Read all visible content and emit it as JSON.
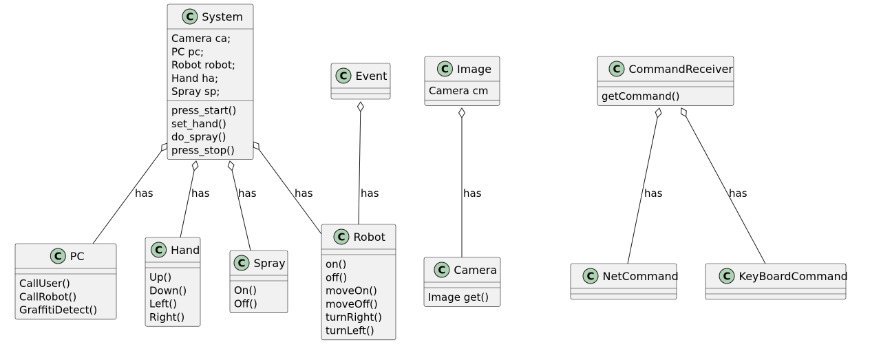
{
  "classes": [
    {
      "id": "system",
      "name": "System",
      "fields": [
        "Camera ca;",
        "PC pc;",
        "Robot robot;",
        "Hand ha;",
        "Spray sp;"
      ],
      "methods": [
        "press_start()",
        "set_hand()",
        "do_spray()",
        "press_stop()"
      ]
    },
    {
      "id": "event",
      "name": "Event",
      "fields": [],
      "methods": []
    },
    {
      "id": "image",
      "name": "Image",
      "fields": [
        "Camera cm"
      ],
      "methods": []
    },
    {
      "id": "commandreceiver",
      "name": "CommandReceiver",
      "fields": [],
      "methods": [
        "getCommand()"
      ]
    },
    {
      "id": "pc",
      "name": "PC",
      "fields": [],
      "methods": [
        "CallUser()",
        "CallRobot()",
        "GraffitiDetect()"
      ]
    },
    {
      "id": "hand",
      "name": "Hand",
      "fields": [],
      "methods": [
        "Up()",
        "Down()",
        "Left()",
        "Right()"
      ]
    },
    {
      "id": "spray",
      "name": "Spray",
      "fields": [],
      "methods": [
        "On()",
        "Off()"
      ]
    },
    {
      "id": "robot",
      "name": "Robot",
      "fields": [],
      "methods": [
        "on()",
        "off()",
        "moveOn()",
        "moveOff()",
        "turnRight()",
        "turnLeft()"
      ]
    },
    {
      "id": "camera",
      "name": "Camera",
      "fields": [],
      "methods": [
        "Image get()"
      ]
    },
    {
      "id": "netcommand",
      "name": "NetCommand",
      "fields": [],
      "methods": []
    },
    {
      "id": "keyboardcommand",
      "name": "KeyBoardCommand",
      "fields": [],
      "methods": []
    }
  ],
  "relations": [
    {
      "from": "system",
      "to": "pc",
      "label": "has",
      "type": "aggregation"
    },
    {
      "from": "system",
      "to": "hand",
      "label": "has",
      "type": "aggregation"
    },
    {
      "from": "system",
      "to": "spray",
      "label": "has",
      "type": "aggregation"
    },
    {
      "from": "system",
      "to": "robot",
      "label": "has",
      "type": "aggregation"
    },
    {
      "from": "event",
      "to": "robot",
      "label": "has",
      "type": "aggregation"
    },
    {
      "from": "image",
      "to": "camera",
      "label": "has",
      "type": "aggregation"
    },
    {
      "from": "commandreceiver",
      "to": "netcommand",
      "label": "has",
      "type": "aggregation"
    },
    {
      "from": "commandreceiver",
      "to": "keyboardcommand",
      "label": "has",
      "type": "aggregation"
    }
  ],
  "class_glyph": "C",
  "colors": {
    "box_fill": "#F1F1F1",
    "border": "#181818",
    "class_circle": "#ADD1B2"
  }
}
